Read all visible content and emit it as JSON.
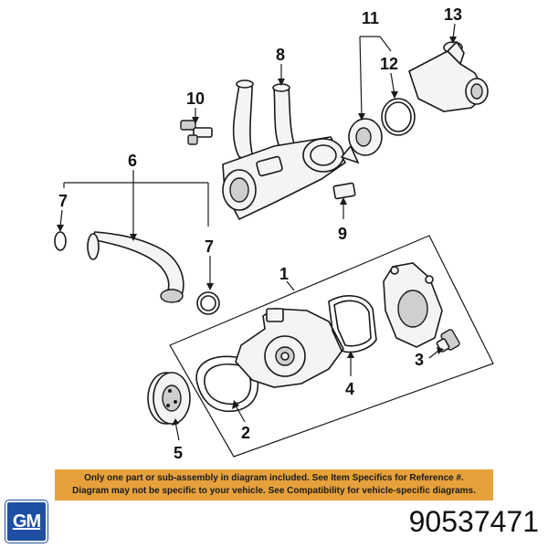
{
  "callouts": {
    "c1": "1",
    "c2": "2",
    "c3": "3",
    "c4": "4",
    "c5": "5",
    "c6": "6",
    "c7a": "7",
    "c7b": "7",
    "c8": "8",
    "c9": "9",
    "c10": "10",
    "c11": "11",
    "c12": "12",
    "c13": "13"
  },
  "notice": {
    "line1": "Only one part or sub-assembly in diagram included. See Item Specifics for Reference #.",
    "line2": "Diagram may not be specific to your vehicle. See Compatibility for vehicle-specific diagrams."
  },
  "brand": {
    "logo_text": "GM",
    "logo_color": "#1f4fa3"
  },
  "part_number": "90537471",
  "colors": {
    "notice_bg": "#e6a13c",
    "ink": "#1a1a1a"
  }
}
